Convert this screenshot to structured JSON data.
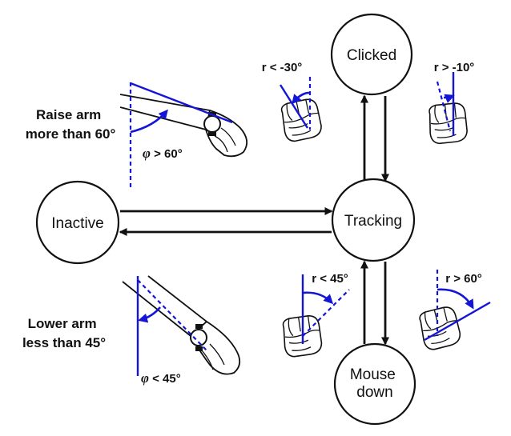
{
  "states": {
    "inactive": "Inactive",
    "tracking": "Tracking",
    "clicked": "Clicked",
    "mouse_down": [
      "Mouse",
      "down"
    ]
  },
  "gestures": {
    "raise": [
      "Raise arm",
      "more than 60°"
    ],
    "lower": [
      "Lower arm",
      "less than 45°"
    ]
  },
  "conditions": {
    "raise_phi": {
      "symbol": "φ",
      "rest": " > 60°"
    },
    "lower_phi": {
      "symbol": "φ",
      "rest": " < 45°"
    },
    "click_enter": "r < -30°",
    "click_exit": "r > -10°",
    "down_exit": "r < 45°",
    "down_enter": "r > 60°"
  },
  "colors": {
    "accent": "#1515d8",
    "ink": "#111111"
  }
}
